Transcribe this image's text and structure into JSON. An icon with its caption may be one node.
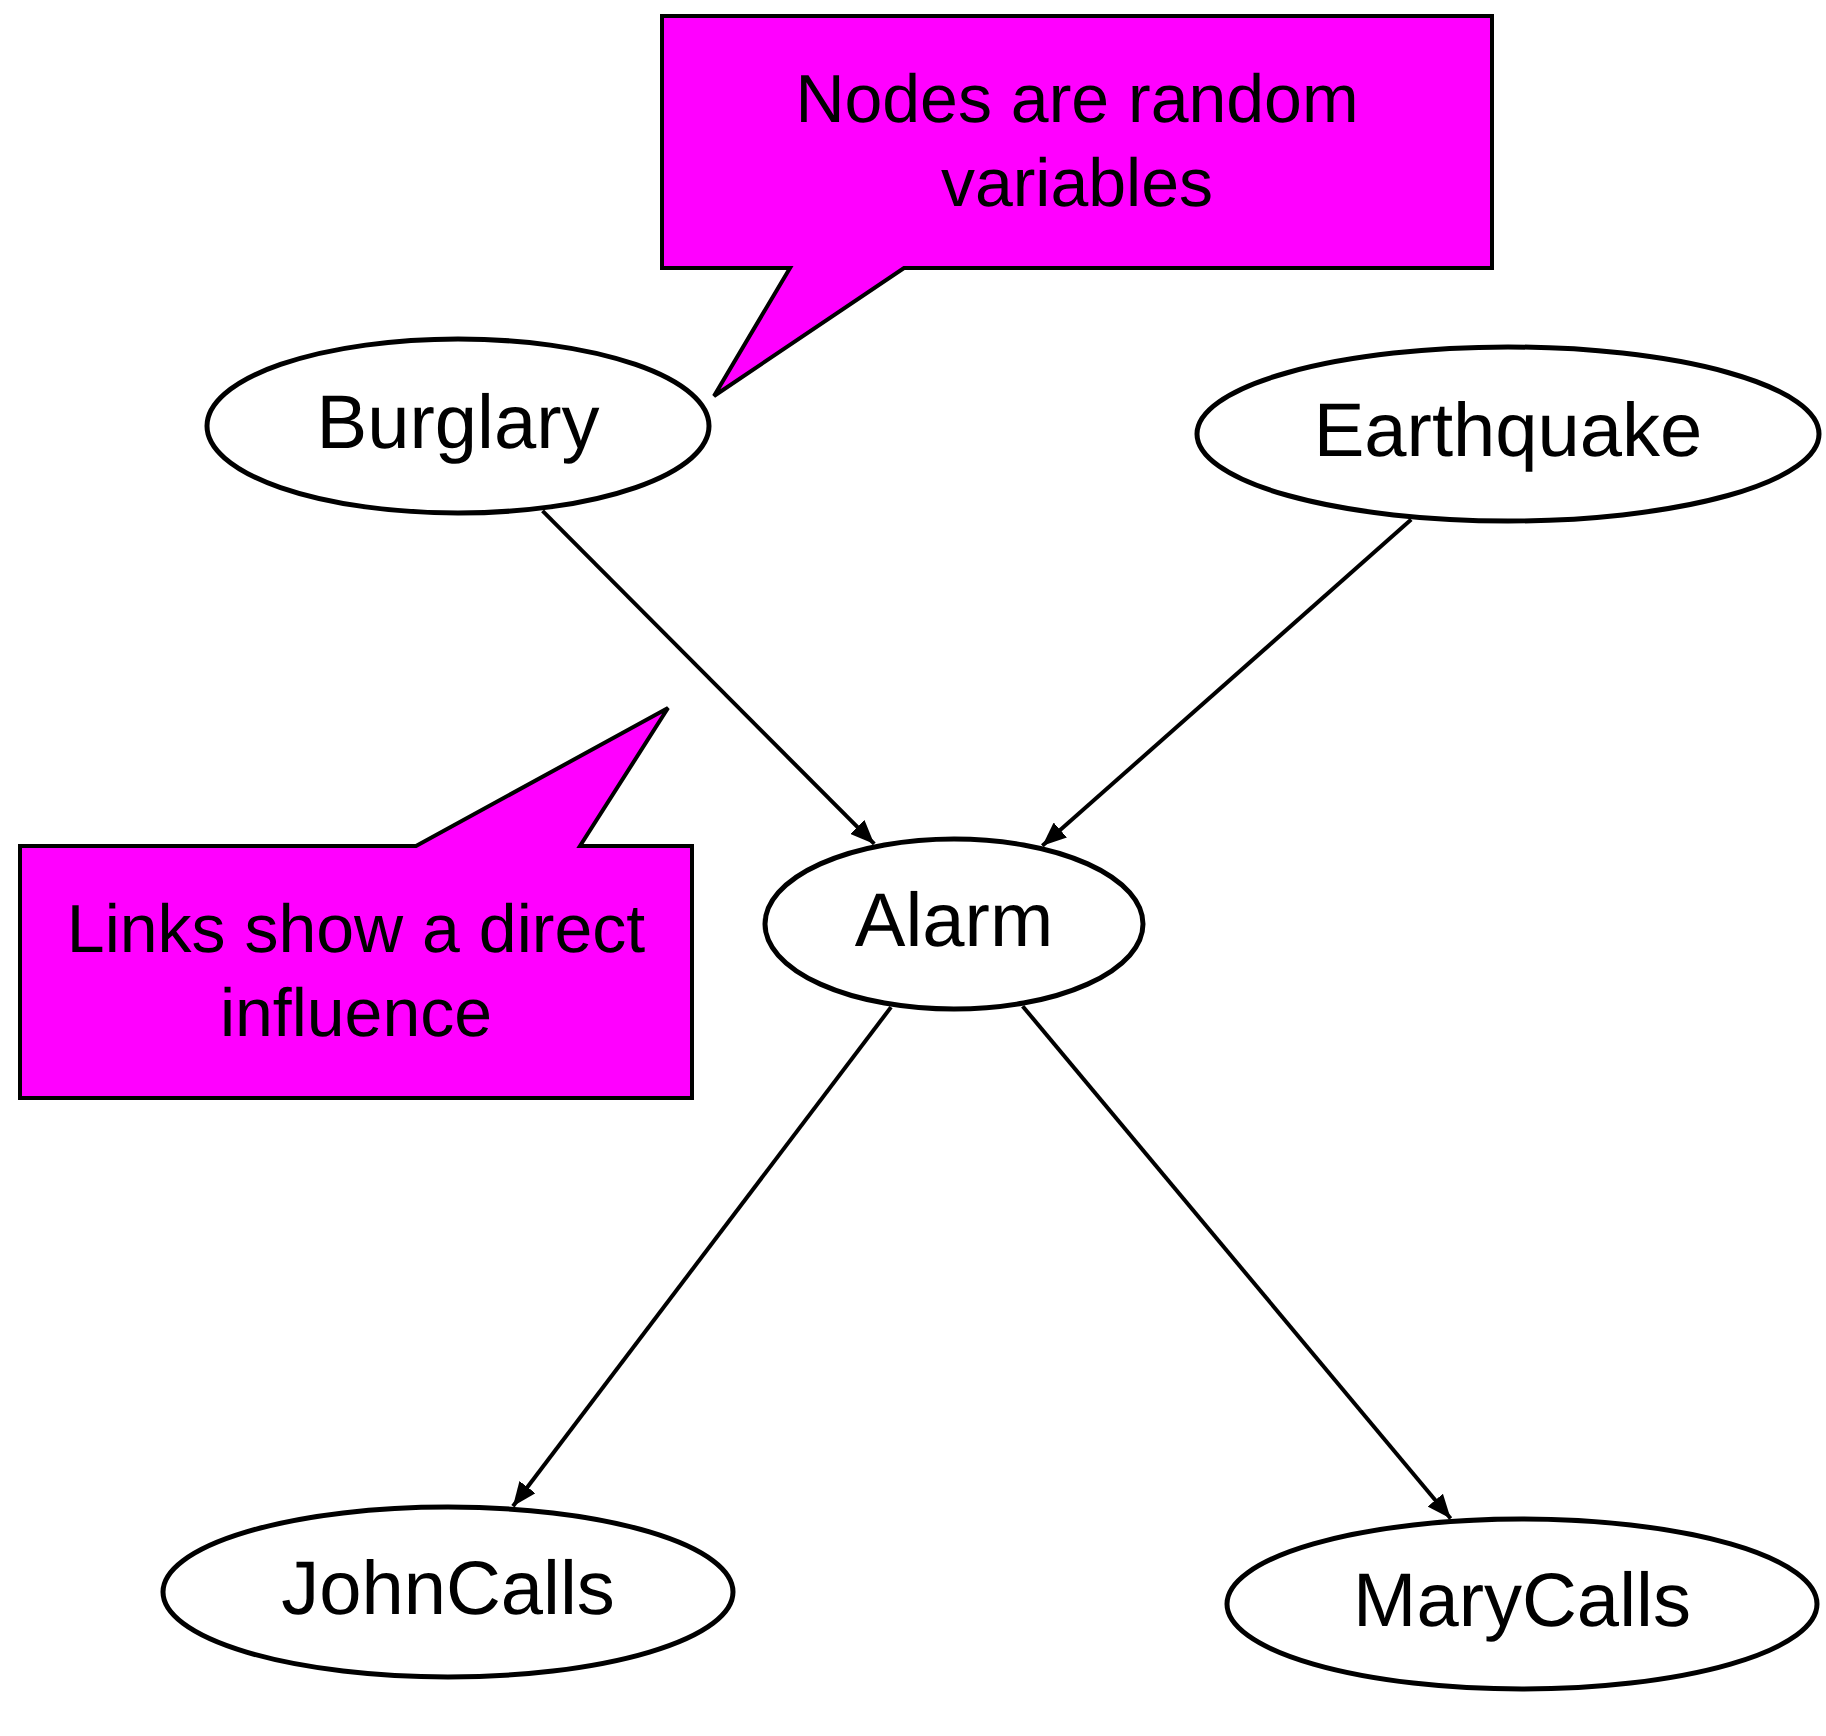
{
  "diagram": {
    "nodes": [
      {
        "text": [
          "Burglary"
        ]
      },
      {
        "text": [
          "Earthquake"
        ]
      },
      {
        "text": [
          "Alarm"
        ]
      },
      {
        "text": [
          "JohnCalls"
        ]
      },
      {
        "text": [
          "MaryCalls"
        ]
      },
      {
        "text": [
          "Nodes are random variables"
        ]
      },
      {
        "text": [
          "Links show a direct influence"
        ]
      }
    ],
    "edges": [
      {
        "from": 0,
        "to": 2,
        "arrow": "to"
      },
      {
        "from": 1,
        "to": 2,
        "arrow": "to"
      },
      {
        "from": 2,
        "to": 3,
        "arrow": "to"
      },
      {
        "from": 2,
        "to": 4,
        "arrow": "to"
      }
    ]
  }
}
